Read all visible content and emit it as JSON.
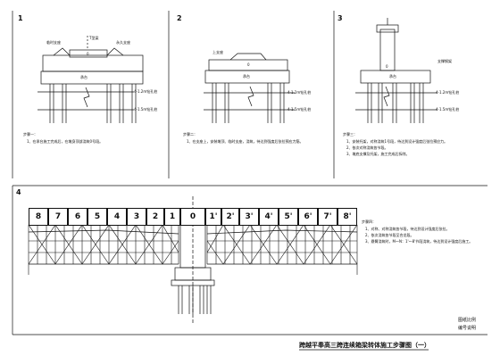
{
  "steps": {
    "s1": {
      "number": "1",
      "labels": [
        "临时支座",
        "T型梁",
        "永久支座",
        "0",
        "承台",
        "4-1.2m钻孔桩",
        "4-1.5m钻孔桩"
      ],
      "notes_title": "步骤一：",
      "notes": [
        "1、在承台施工完成后，在墩身顶部浇筑0号段。"
      ]
    },
    "s2": {
      "number": "2",
      "labels": [
        "上支座",
        "0",
        "承台",
        "4-1.2m钻孔桩",
        "4-1.5m钻孔桩"
      ],
      "notes_title": "步骤二：",
      "notes": [
        "1、在支座上，安装墩顶、临时支座，浇筑，待达到强度后张拉预应力筋。"
      ]
    },
    "s3": {
      "number": "3",
      "labels": [
        "支撑钢架",
        "0",
        "承台",
        "4-1.2m钻孔桩",
        "4-1.5m钻孔桩"
      ],
      "notes_title": "步骤三：",
      "notes": [
        "1、安装托架，对称浇筑1号段，待达到设计强度后张拉预应力。",
        "2、依次对称浇筑各节段。",
        "3、墩底支撑及托架，施工完成后拆除。"
      ]
    },
    "s4": {
      "number": "4",
      "segments_left": [
        "8",
        "7",
        "6",
        "5",
        "4",
        "3",
        "2",
        "1",
        "0"
      ],
      "segments_right": [
        "1'",
        "2'",
        "3'",
        "4'",
        "5'",
        "6'",
        "7'",
        "8'"
      ],
      "notes_title": "步骤四：",
      "notes": [
        "1、对称、对称浇筑各节段，待达到设计强度后张拉。",
        "2、依次浇筑各节段至合龙段。",
        "3、悬臂浇筑时，M～N：1'～8'节段浇筑，待达到设计强度后施工。"
      ]
    }
  },
  "sheet_info": [
    "图纸比例",
    "编号说明"
  ],
  "title": "跨越平奉高三跨连续箱梁转体施工步骤图（一）",
  "colors": {
    "line": "#111111",
    "background": "#ffffff"
  }
}
